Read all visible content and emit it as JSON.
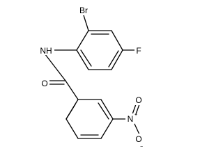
{
  "molecule": {
    "atoms": {
      "br": "Br",
      "f": "F",
      "nh": "NH",
      "o_carbonyl": "O",
      "n_nitro": "N",
      "n_charge": "+",
      "o_nitro_double": "O",
      "o_nitro_single": "O",
      "o_charge": "−"
    }
  }
}
